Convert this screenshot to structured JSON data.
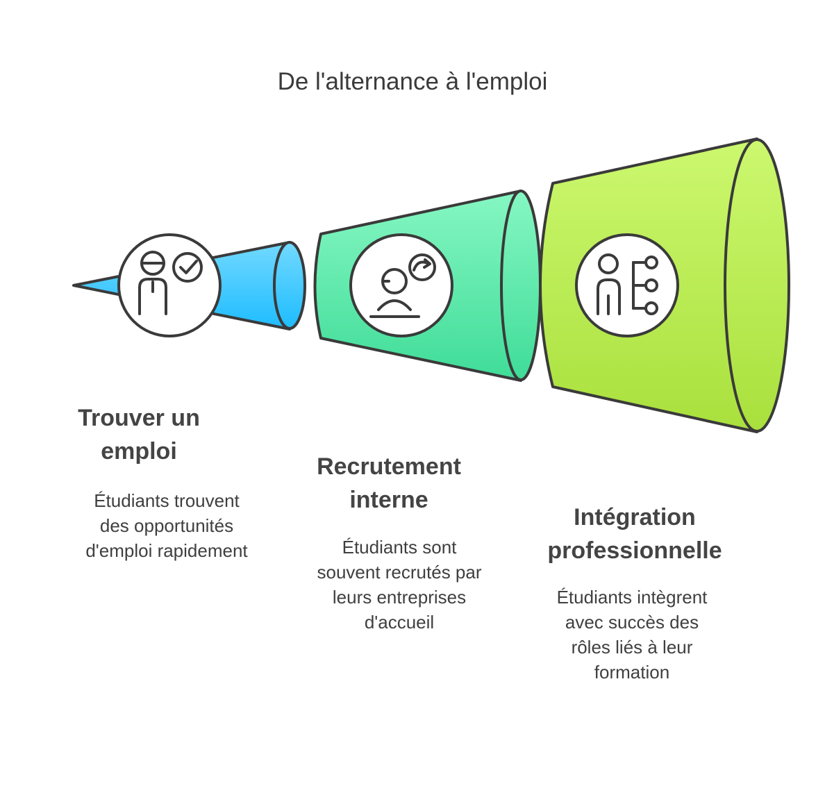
{
  "title": "De l'alternance à l'emploi",
  "colors": {
    "stage1": "#33c6ff",
    "stage2": "#5fe8ad",
    "stage3": "#b6ea55",
    "outline": "#3a3a3a"
  },
  "stages": [
    {
      "title_line1": "Trouver un",
      "title_line2": "emploi",
      "desc_lines": [
        "Étudiants trouvent",
        "des opportunités",
        "d'emploi rapidement"
      ],
      "icon": "person-checkmark-icon"
    },
    {
      "title_line1": "Recrutement",
      "title_line2": "interne",
      "desc_lines": [
        "Étudiants sont",
        "souvent recrutés par",
        "leurs entreprises",
        "d'accueil"
      ],
      "icon": "person-refresh-icon"
    },
    {
      "title_line1": "Intégration",
      "title_line2": "professionnelle",
      "desc_lines": [
        "Étudiants intègrent",
        "avec succès des",
        "rôles liés à leur",
        "formation"
      ],
      "icon": "person-network-icon"
    }
  ]
}
